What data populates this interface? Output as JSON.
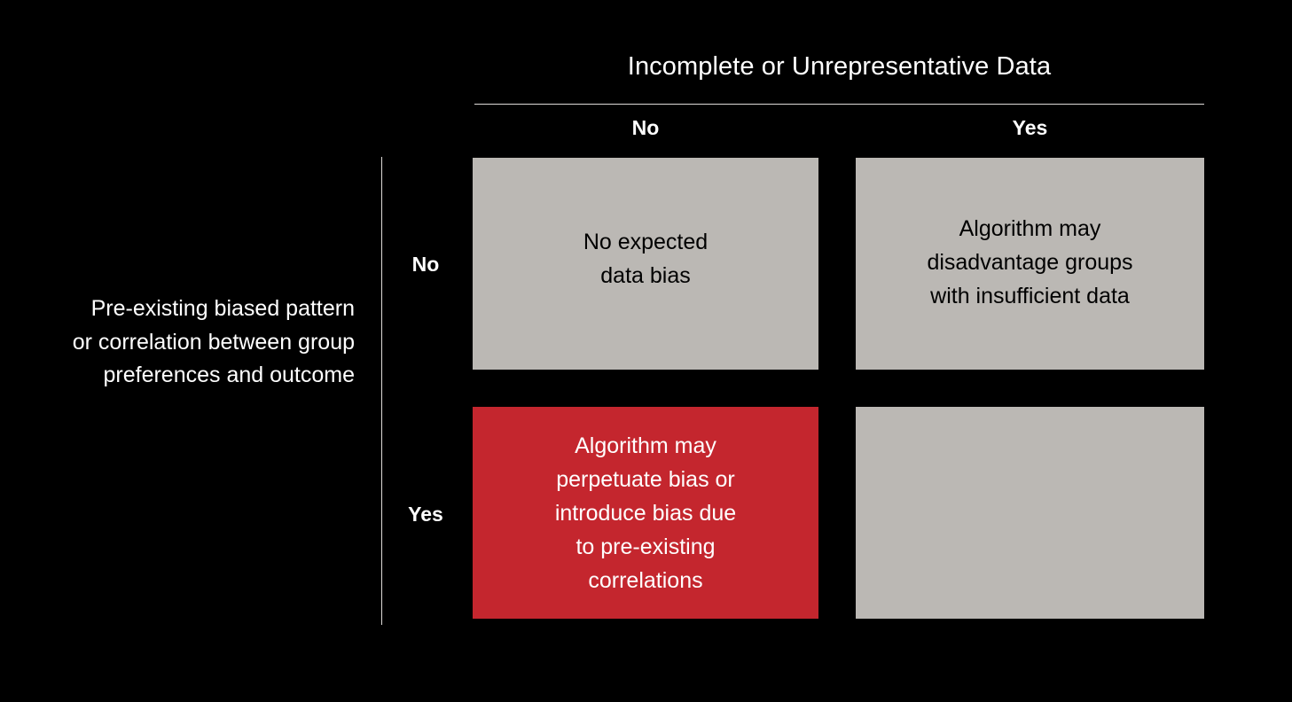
{
  "colors": {
    "background": "#000000",
    "neutral_cell": "#BBB8B4",
    "highlight_cell": "#C4262E",
    "rule": "#DDDBD8",
    "text_on_dark": "#FFFFFF",
    "text_on_neutral": "#000000",
    "text_on_highlight": "#FFFFFF"
  },
  "matrix": {
    "column_axis": {
      "title": "Incomplete or Unrepresentative Data",
      "headers": [
        "No",
        "Yes"
      ]
    },
    "row_axis": {
      "title": "Pre-existing biased pattern or correlation between group preferences and outcome",
      "headers": [
        "No",
        "Yes"
      ]
    },
    "cells": [
      {
        "row": "No",
        "column": "No",
        "text": "No expected\ndata bias",
        "fill": "#BBB8B4",
        "text_color": "#000000"
      },
      {
        "row": "No",
        "column": "Yes",
        "text": "Algorithm may\ndisadvantage groups\nwith insufficient data",
        "fill": "#BBB8B4",
        "text_color": "#000000"
      },
      {
        "row": "Yes",
        "column": "No",
        "text": "Algorithm may\nperpetuate bias or\nintroduce bias due\nto pre-existing\ncorrelations",
        "fill": "#C4262E",
        "text_color": "#FFFFFF"
      },
      {
        "row": "Yes",
        "column": "Yes",
        "text": "",
        "fill": "#BBB8B4",
        "text_color": "#000000"
      }
    ]
  }
}
